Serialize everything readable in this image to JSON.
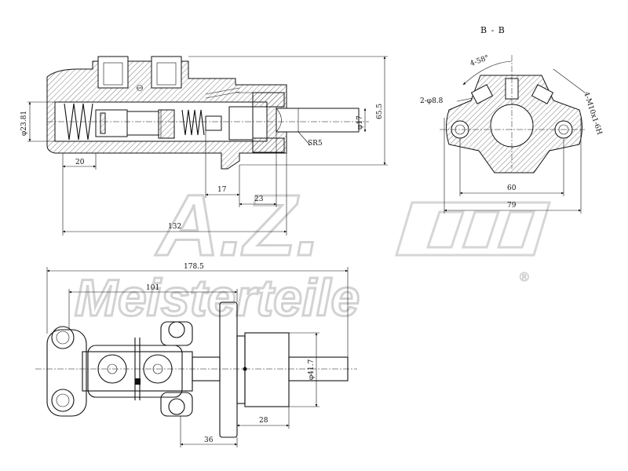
{
  "section_label": "B - B",
  "watermark": {
    "initials": "A.Z.",
    "brand": "Meisterteile",
    "registered": "®"
  },
  "top_view_dimensions": {
    "bore_diameter": "φ23.81",
    "pushrod_diameter": "φ17",
    "height": "65.5",
    "sphere_radius": "SR5",
    "port_offset": "20",
    "gap_a": "17",
    "gap_b": "23",
    "length": "132"
  },
  "section_view_dimensions": {
    "angle": "4-58°",
    "holes": "2-φ8.8",
    "threads": "4-M10x1-6H",
    "inner_span": "60",
    "outer_span": "79"
  },
  "bottom_view_dimensions": {
    "overall_length": "178.5",
    "port_length": "101",
    "flange_diameter": "φ41.7",
    "spigot_length": "28",
    "flange_offset": "36"
  }
}
